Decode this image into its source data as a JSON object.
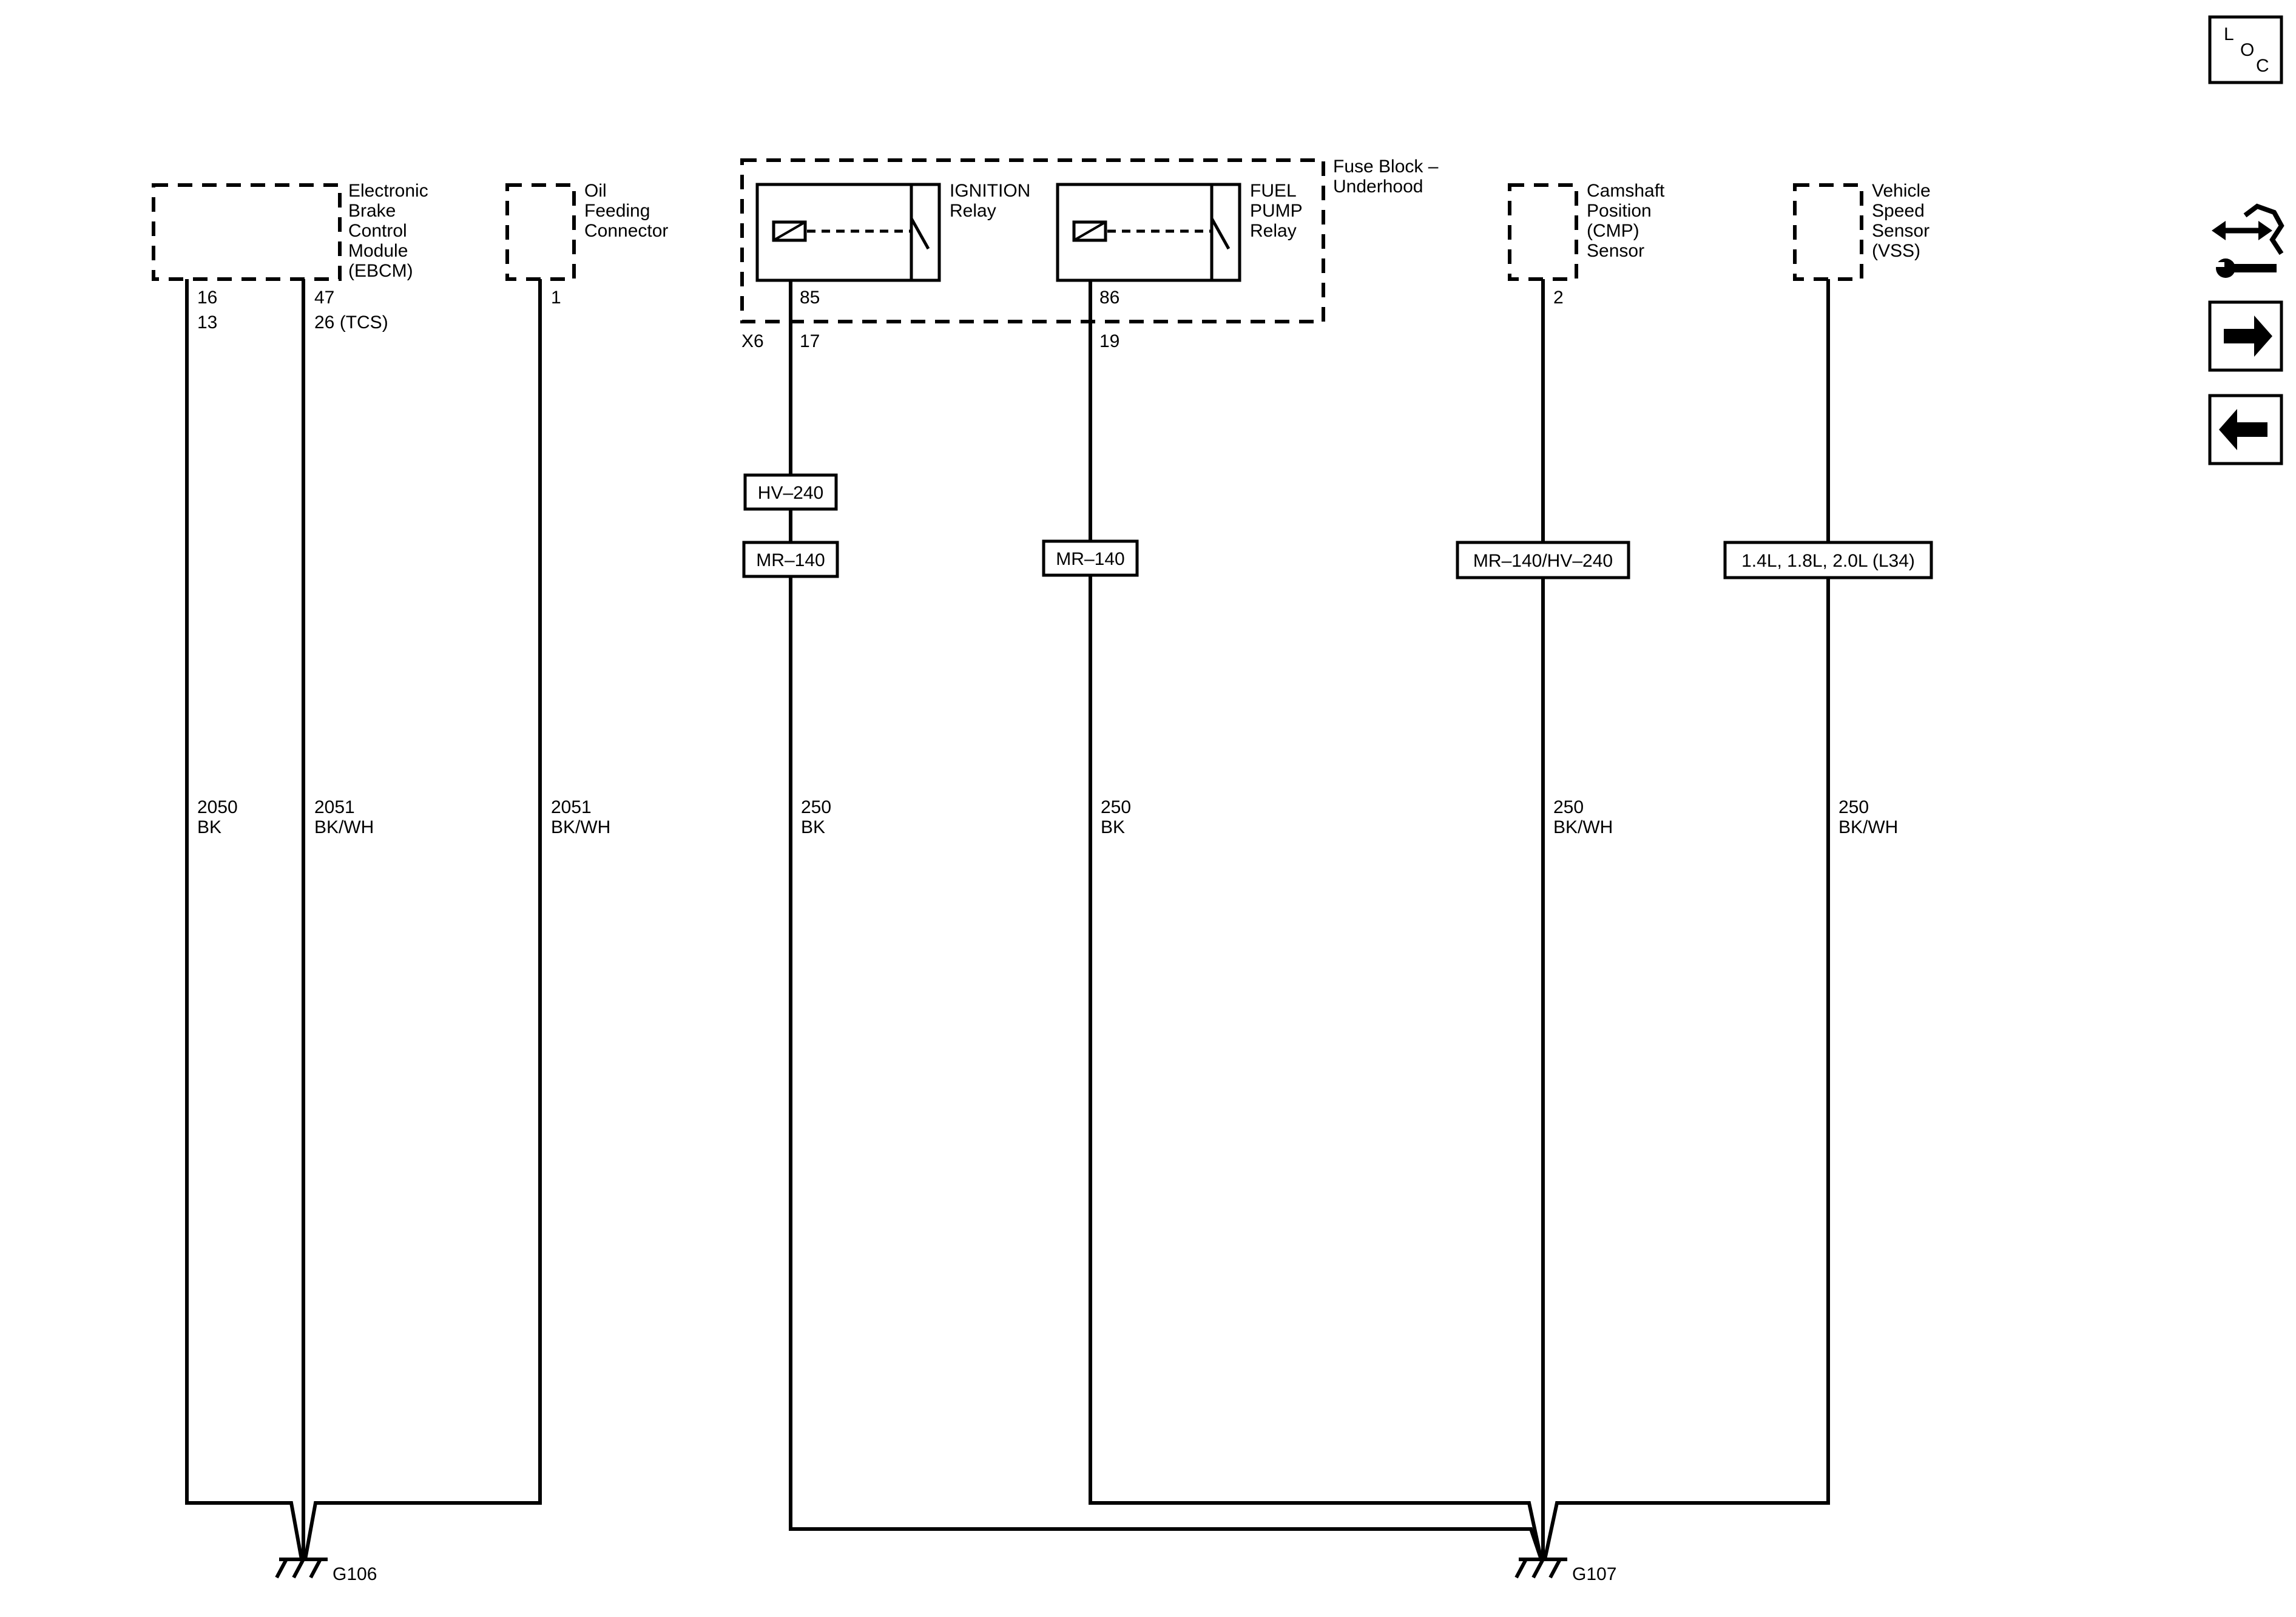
{
  "components": {
    "ebcm": {
      "label_lines": [
        "Electronic",
        "Brake",
        "Control",
        "Module",
        "(EBCM)"
      ],
      "pins_top": [
        "16",
        "47"
      ],
      "pins_bottom": [
        "13",
        "26 (TCS)"
      ]
    },
    "oil_feeding": {
      "label_lines": [
        "Oil",
        "Feeding",
        "Connector"
      ],
      "pin": "1"
    },
    "fuse_block": {
      "label_lines": [
        "Fuse Block –",
        "Underhood"
      ],
      "connector": "X6"
    },
    "ignition_relay": {
      "label_lines": [
        "IGNITION",
        "Relay"
      ],
      "pin_relay": "85",
      "pin_block": "17"
    },
    "fuel_pump_relay": {
      "label_lines": [
        "FUEL",
        "PUMP",
        "Relay"
      ],
      "pin_relay": "86",
      "pin_block": "19"
    },
    "cmp_sensor": {
      "label_lines": [
        "Camshaft",
        "Position",
        "(CMP)",
        "Sensor"
      ],
      "pin": "2"
    },
    "vss": {
      "label_lines": [
        "Vehicle",
        "Speed",
        "Sensor",
        "(VSS)"
      ]
    }
  },
  "option_tags": {
    "hv240": "HV–240",
    "mr140_a": "MR–140",
    "mr140_b": "MR–140",
    "mr140_hv240": "MR–140/HV–240",
    "engines": "1.4L, 1.8L, 2.0L (L34)"
  },
  "wires": [
    {
      "circuit": "2050",
      "color": "BK"
    },
    {
      "circuit": "2051",
      "color": "BK/WH"
    },
    {
      "circuit": "2051",
      "color": "BK/WH"
    },
    {
      "circuit": "250",
      "color": "BK"
    },
    {
      "circuit": "250",
      "color": "BK"
    },
    {
      "circuit": "250",
      "color": "BK/WH"
    },
    {
      "circuit": "250",
      "color": "BK/WH"
    }
  ],
  "grounds": {
    "g106": "G106",
    "g107": "G107"
  },
  "nav_icons": {
    "loc": {
      "letters": [
        "L",
        "O",
        "C"
      ]
    },
    "connector_tool": "connector-tool-icon",
    "next": "arrow-right-icon",
    "prev": "arrow-left-icon"
  }
}
